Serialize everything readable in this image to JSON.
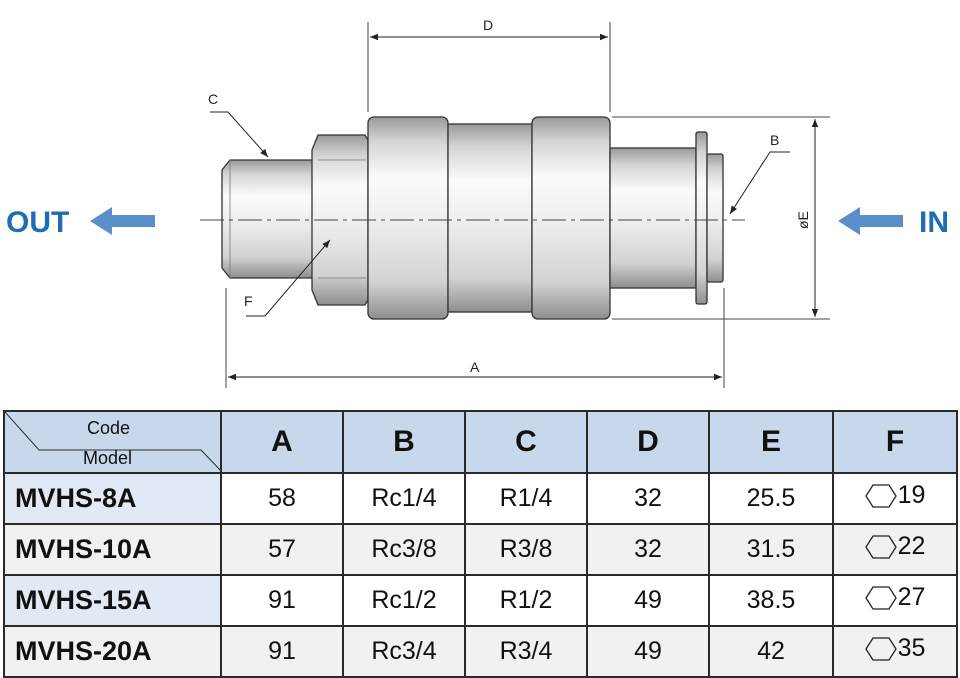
{
  "diagram": {
    "flow_out": "OUT",
    "flow_in": "IN",
    "labels": {
      "A": "A",
      "B": "B",
      "C": "C",
      "D": "D",
      "E": "øE",
      "F": "F"
    }
  },
  "table": {
    "corner": {
      "top": "Code",
      "bottom": "Model"
    },
    "headers": [
      "A",
      "B",
      "C",
      "D",
      "E",
      "F"
    ],
    "rows": [
      {
        "model": "MVHS-8A",
        "A": "58",
        "B": "Rc1/4",
        "C": "R1/4",
        "D": "32",
        "E": "25.5",
        "F": "19"
      },
      {
        "model": "MVHS-10A",
        "A": "57",
        "B": "Rc3/8",
        "C": "R3/8",
        "D": "32",
        "E": "31.5",
        "F": "22"
      },
      {
        "model": "MVHS-15A",
        "A": "91",
        "B": "Rc1/2",
        "C": "R1/2",
        "D": "49",
        "E": "38.5",
        "F": "27"
      },
      {
        "model": "MVHS-20A",
        "A": "91",
        "B": "Rc3/4",
        "C": "R3/4",
        "D": "49",
        "E": "42",
        "F": "35"
      }
    ]
  },
  "colors": {
    "accent": "#1f6db3",
    "arrow": "#5b8fcc",
    "header_bg": "#c8d8ec",
    "model_bg": "#e1e9f4"
  }
}
